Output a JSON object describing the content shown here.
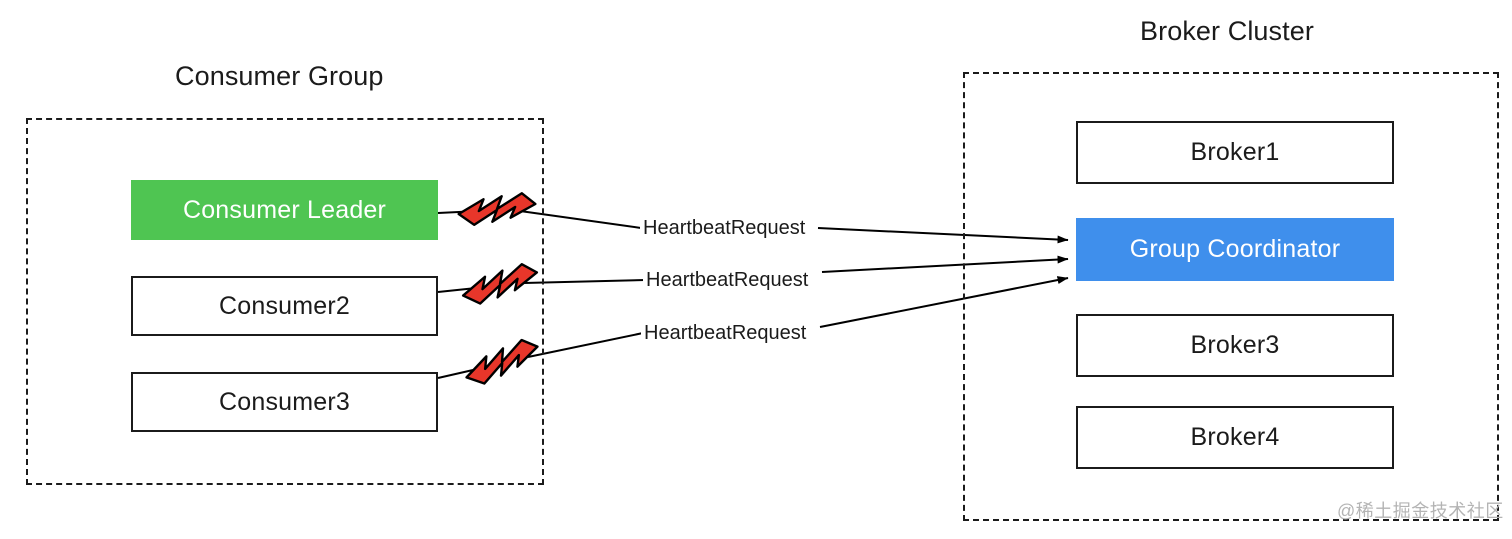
{
  "diagram": {
    "title_consumer_group": "Consumer Group",
    "title_broker_cluster": "Broker Cluster",
    "consumers": [
      {
        "label": "Consumer Leader",
        "role": "leader",
        "color": "#4fc552",
        "text_color": "#ffffff"
      },
      {
        "label": "Consumer2",
        "role": "member",
        "color": "#ffffff",
        "text_color": "#1b1b1b"
      },
      {
        "label": "Consumer3",
        "role": "member",
        "color": "#ffffff",
        "text_color": "#1b1b1b"
      }
    ],
    "brokers": [
      {
        "label": "Broker1",
        "role": "broker",
        "color": "#ffffff",
        "text_color": "#1b1b1b"
      },
      {
        "label": "Group Coordinator",
        "role": "coordinator",
        "color": "#3f8fec",
        "text_color": "#ffffff"
      },
      {
        "label": "Broker3",
        "role": "broker",
        "color": "#ffffff",
        "text_color": "#1b1b1b"
      },
      {
        "label": "Broker4",
        "role": "broker",
        "color": "#ffffff",
        "text_color": "#1b1b1b"
      }
    ],
    "edges": [
      {
        "label": "HeartbeatRequest",
        "from": "Consumer Leader",
        "to": "Group Coordinator",
        "icon": "lightning-bolt-icon"
      },
      {
        "label": "HeartbeatRequest",
        "from": "Consumer2",
        "to": "Group Coordinator",
        "icon": "lightning-bolt-icon"
      },
      {
        "label": "HeartbeatRequest",
        "from": "Consumer3",
        "to": "Group Coordinator",
        "icon": "lightning-bolt-icon"
      }
    ],
    "colors": {
      "leader_green": "#4fc552",
      "coordinator_blue": "#3f8fec",
      "bolt_red": "#e8362a",
      "stroke_black": "#1b1b1b",
      "background": "#ffffff",
      "watermark_gray": "#b4b4b4"
    },
    "watermark": "@稀土掘金技术社区"
  }
}
